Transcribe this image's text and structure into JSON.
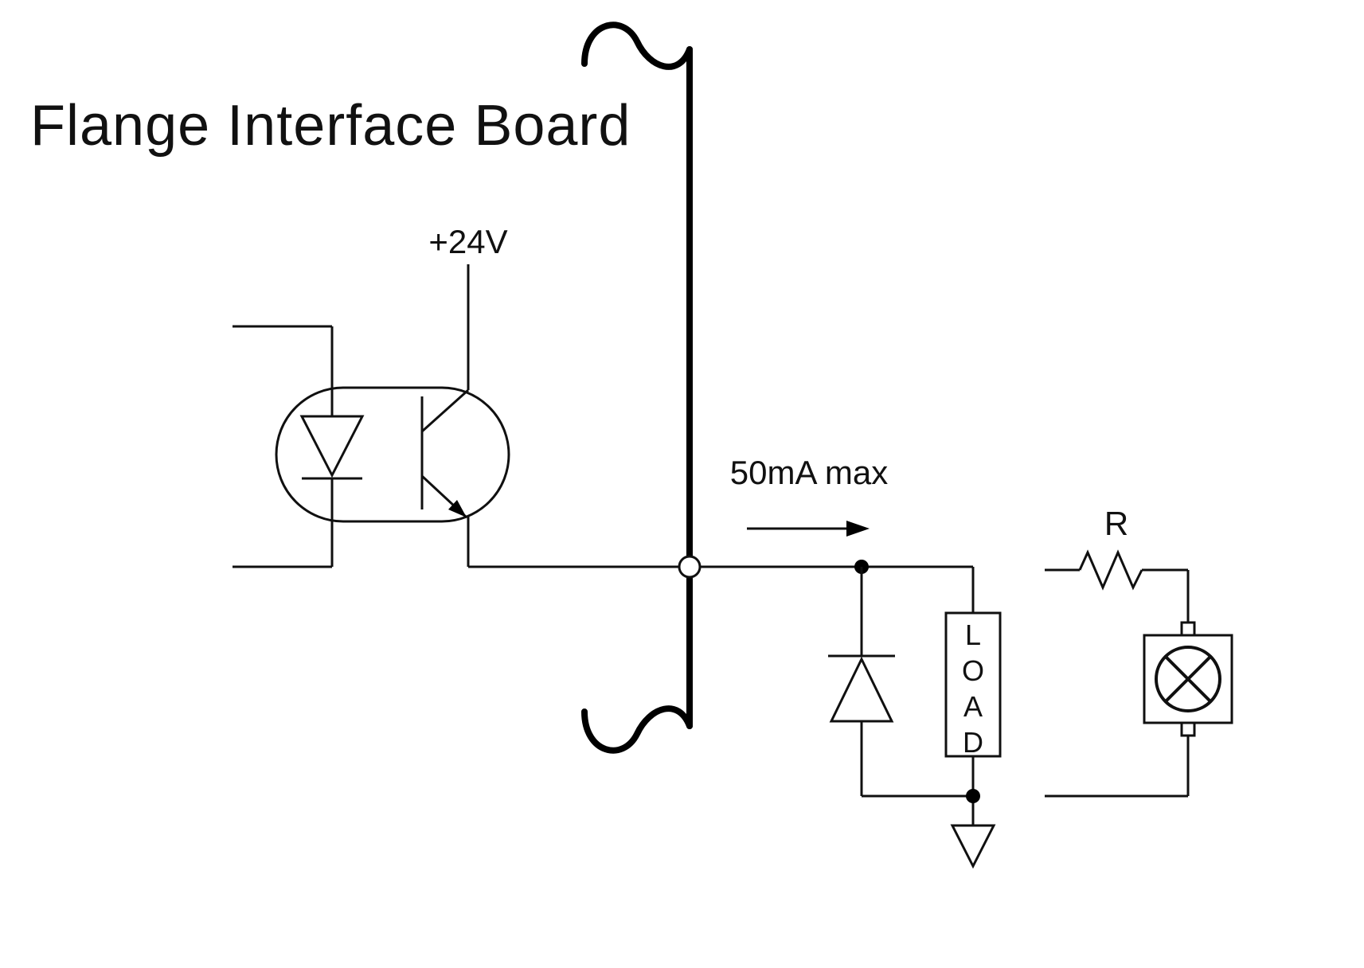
{
  "diagram": {
    "title": "Flange Interface Board",
    "labels": {
      "supply_voltage": "+24V",
      "current_limit": "50mA max",
      "resistor": "R"
    },
    "load": {
      "letters": [
        "L",
        "O",
        "A",
        "D"
      ]
    },
    "colors": {
      "line": "#000000",
      "background": "#ffffff"
    }
  }
}
